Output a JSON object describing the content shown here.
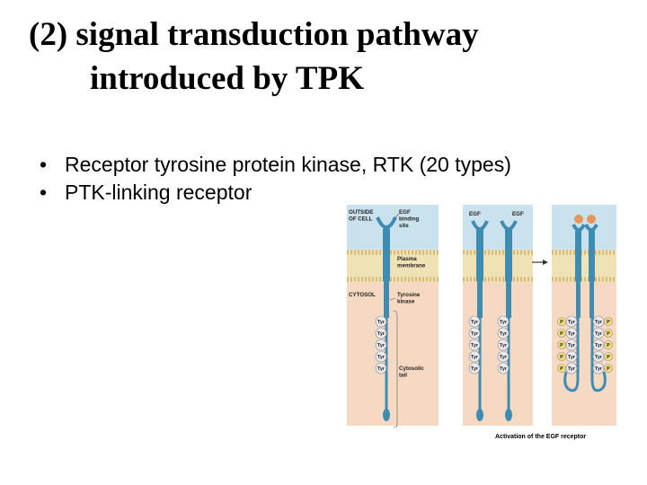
{
  "title": {
    "line1": "(2) signal transduction pathway",
    "line2": "introduced by TPK"
  },
  "bullets": [
    "Receptor tyrosine protein kinase, RTK (20 types)",
    "PTK-linking receptor"
  ],
  "figure": {
    "labels": {
      "outside_of_cell": [
        "OUTSIDE",
        "OF CELL"
      ],
      "egf_binding_site": [
        "EGF",
        "binding",
        "site"
      ],
      "plasma_membrane": [
        "Plasma",
        "membrane"
      ],
      "cytosol": "CYTOSOL",
      "tyrosine_kinase": [
        "Tyrosine",
        "kinase"
      ],
      "cytosolic_tail": [
        "Cytosolic",
        "tail"
      ],
      "egf_left": "EGF",
      "egf_right": "EGF",
      "tyr": "Tyr",
      "p": "P"
    },
    "caption": "Activation of the EGF receptor",
    "colors": {
      "outside": "#c9e2ee",
      "cytosol": "#f6d9c2",
      "membrane": "#efe3b6",
      "receptor": "#3f8cb3",
      "egf": "#e8955a",
      "phosphate": "#f5e07a"
    }
  }
}
